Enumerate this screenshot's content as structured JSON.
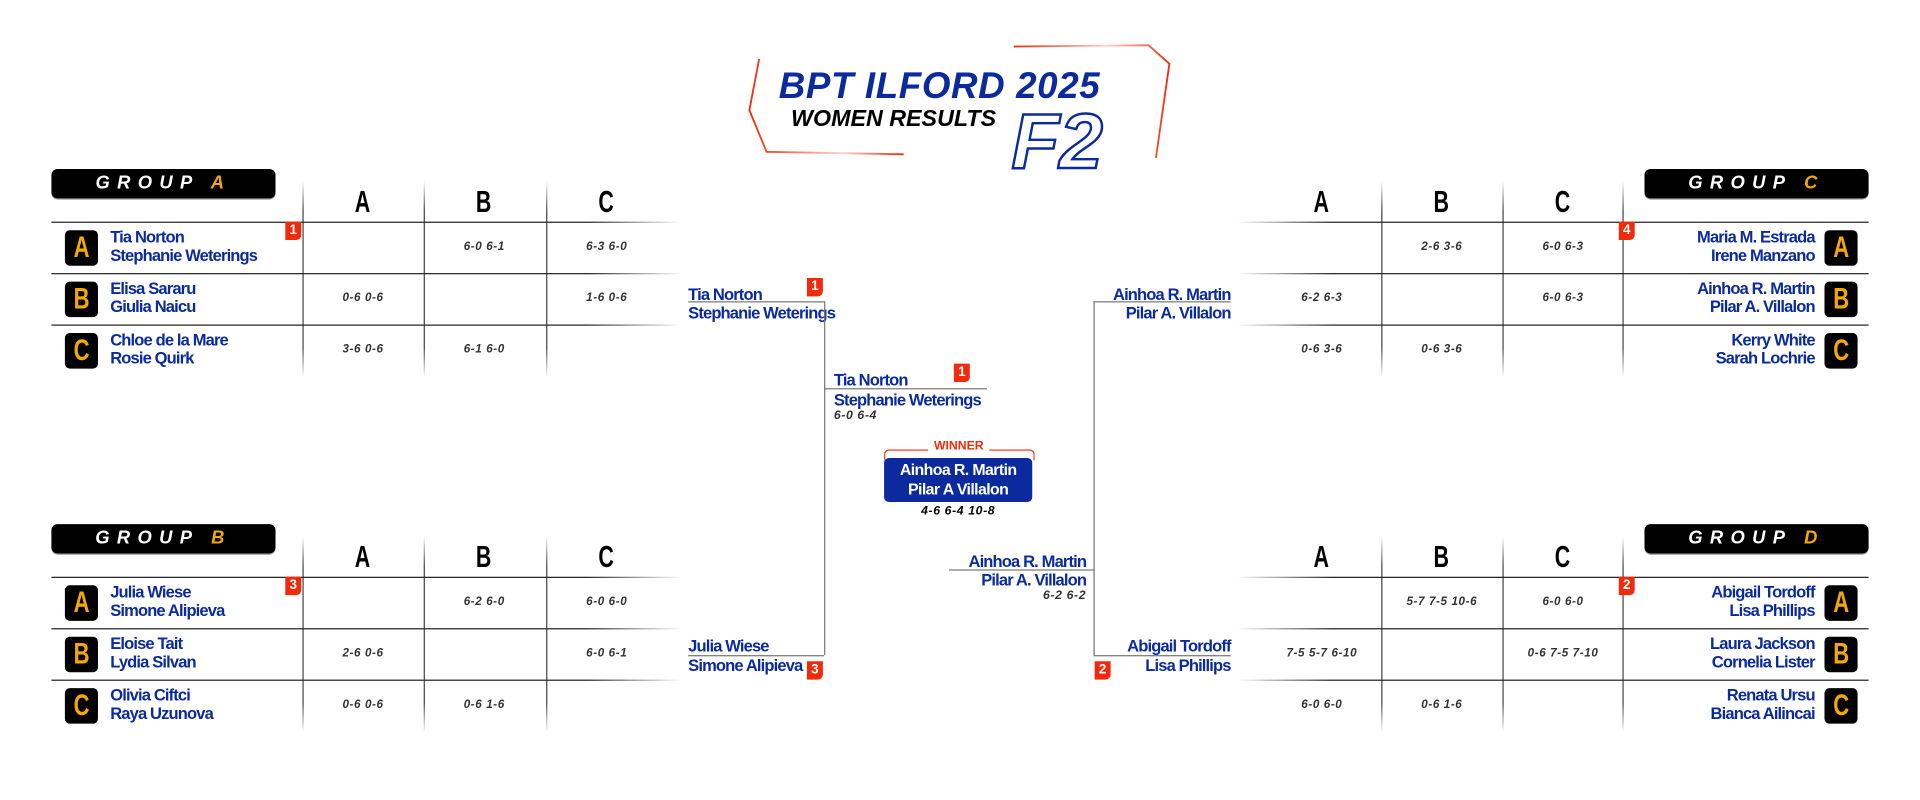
{
  "title": {
    "line1": "BPT ILFORD 2025",
    "line2": "WOMEN RESULTS",
    "badge": "F2"
  },
  "colors": {
    "blue": "#0a2a9e",
    "red": "#f02a0a",
    "gold": "#f5a800"
  },
  "column_headers": [
    "A",
    "B",
    "C"
  ],
  "groups": [
    {
      "prefix": "GROUP",
      "letter": "A",
      "side": "left",
      "rows": [
        {
          "letter": "A",
          "p1": "Tia Norton",
          "p2": "Stephanie Weterings",
          "seed": "1",
          "scores": [
            "",
            "6-0 6-1",
            "6-3 6-0"
          ]
        },
        {
          "letter": "B",
          "p1": "Elisa Sararu",
          "p2": "Giulia Naicu",
          "seed": null,
          "scores": [
            "0-6 0-6",
            "",
            "1-6 0-6"
          ]
        },
        {
          "letter": "C",
          "p1": "Chloe de la Mare",
          "p2": "Rosie Quirk",
          "seed": null,
          "scores": [
            "3-6 0-6",
            "6-1 6-0",
            ""
          ]
        }
      ]
    },
    {
      "prefix": "GROUP",
      "letter": "B",
      "side": "left",
      "rows": [
        {
          "letter": "A",
          "p1": "Julia Wiese",
          "p2": "Simone Alipieva",
          "seed": "3",
          "scores": [
            "",
            "6-2 6-0",
            "6-0 6-0"
          ]
        },
        {
          "letter": "B",
          "p1": "Eloise Tait",
          "p2": "Lydia Silvan",
          "seed": null,
          "scores": [
            "2-6 0-6",
            "",
            "6-0 6-1"
          ]
        },
        {
          "letter": "C",
          "p1": "Olivia Ciftci",
          "p2": "Raya Uzunova",
          "seed": null,
          "scores": [
            "0-6 0-6",
            "0-6 1-6",
            ""
          ]
        }
      ]
    },
    {
      "prefix": "GROUP",
      "letter": "C",
      "side": "right",
      "rows": [
        {
          "letter": "A",
          "p1": "Maria M. Estrada",
          "p2": "Irene Manzano",
          "seed": "4",
          "scores": [
            "",
            "2-6 3-6",
            "6-0 6-3"
          ]
        },
        {
          "letter": "B",
          "p1": "Ainhoa R. Martin",
          "p2": "Pilar A. Villalon",
          "seed": null,
          "scores": [
            "6-2 6-3",
            "",
            "6-0 6-3"
          ]
        },
        {
          "letter": "C",
          "p1": "Kerry White",
          "p2": "Sarah Lochrie",
          "seed": null,
          "scores": [
            "0-6 3-6",
            "0-6 3-6",
            ""
          ]
        }
      ]
    },
    {
      "prefix": "GROUP",
      "letter": "D",
      "side": "right",
      "rows": [
        {
          "letter": "A",
          "p1": "Abigail Tordoff",
          "p2": "Lisa Phillips",
          "seed": "2",
          "scores": [
            "",
            "5-7 7-5 10-6",
            "6-0 6-0"
          ]
        },
        {
          "letter": "B",
          "p1": "Laura Jackson",
          "p2": "Cornelia Lister",
          "seed": null,
          "scores": [
            "7-5 5-7 6-10",
            "",
            "0-6 7-5 7-10"
          ]
        },
        {
          "letter": "C",
          "p1": "Renata Ursu",
          "p2": "Bianca Ailincai",
          "seed": null,
          "scores": [
            "6-0 6-0",
            "0-6 1-6",
            ""
          ]
        }
      ]
    }
  ],
  "bracket": {
    "sf_left_top": {
      "p1": "Tia Norton",
      "p2": "Stephanie Weterings",
      "seed": "1"
    },
    "sf_left_bottom": {
      "p1": "Julia Wiese",
      "p2": "Simone Alipieva",
      "seed": "3"
    },
    "sf_right_top": {
      "p1": "Ainhoa R. Martin",
      "p2": "Pilar A. Villalon"
    },
    "sf_right_bottom": {
      "p1": "Abigail Tordoff",
      "p2": "Lisa Phillips",
      "seed": "2"
    },
    "final_left": {
      "p1": "Tia Norton",
      "p2": "Stephanie Weterings",
      "seed": "1",
      "score": "6-0 6-4"
    },
    "final_right": {
      "p1": "Ainhoa R. Martin",
      "p2": "Pilar A. Villalon",
      "score": "6-2 6-2"
    },
    "winner": {
      "label": "WINNER",
      "p1": "Ainhoa R. Martin",
      "p2": "Pilar A Villalon",
      "score": "4-6 6-4 10-8"
    }
  }
}
